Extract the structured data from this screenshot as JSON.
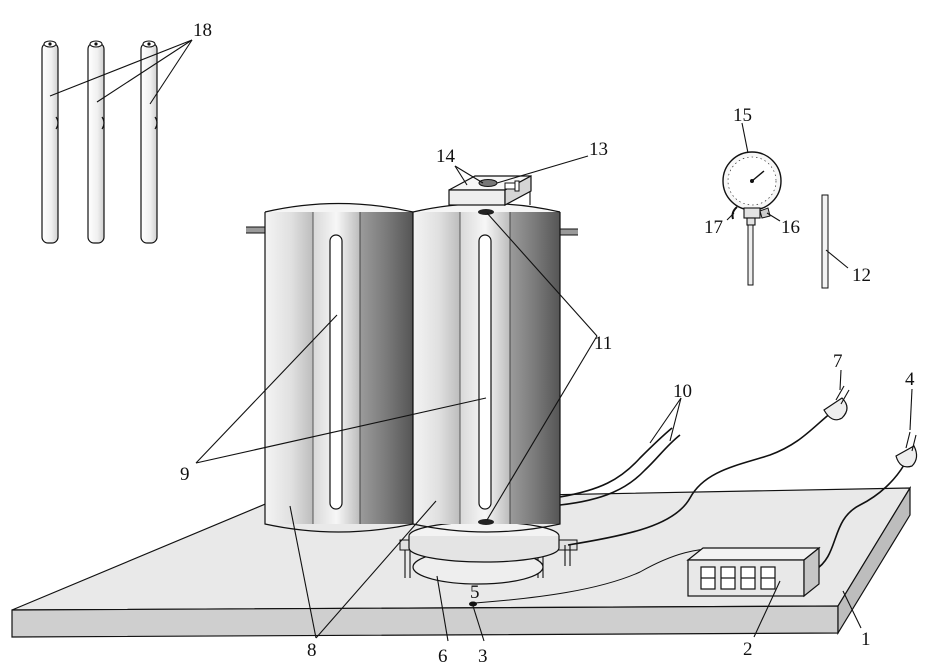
{
  "figure": {
    "labels": {
      "l1": "1",
      "l2": "2",
      "l3": "3",
      "l4": "4",
      "l5": "5",
      "l6": "6",
      "l7": "7",
      "l8": "8",
      "l9": "9",
      "l10": "10",
      "l11": "11",
      "l12": "12",
      "l13": "13",
      "l14": "14",
      "l15": "15",
      "l16": "16",
      "l17": "17",
      "l18": "18"
    },
    "colors": {
      "ink": "#111111",
      "board_top": "#e6e6e6",
      "board_front": "#c8c8c8",
      "cylinder_light": "#f2f2f2",
      "cylinder_dark": "#6a6a6a"
    }
  }
}
